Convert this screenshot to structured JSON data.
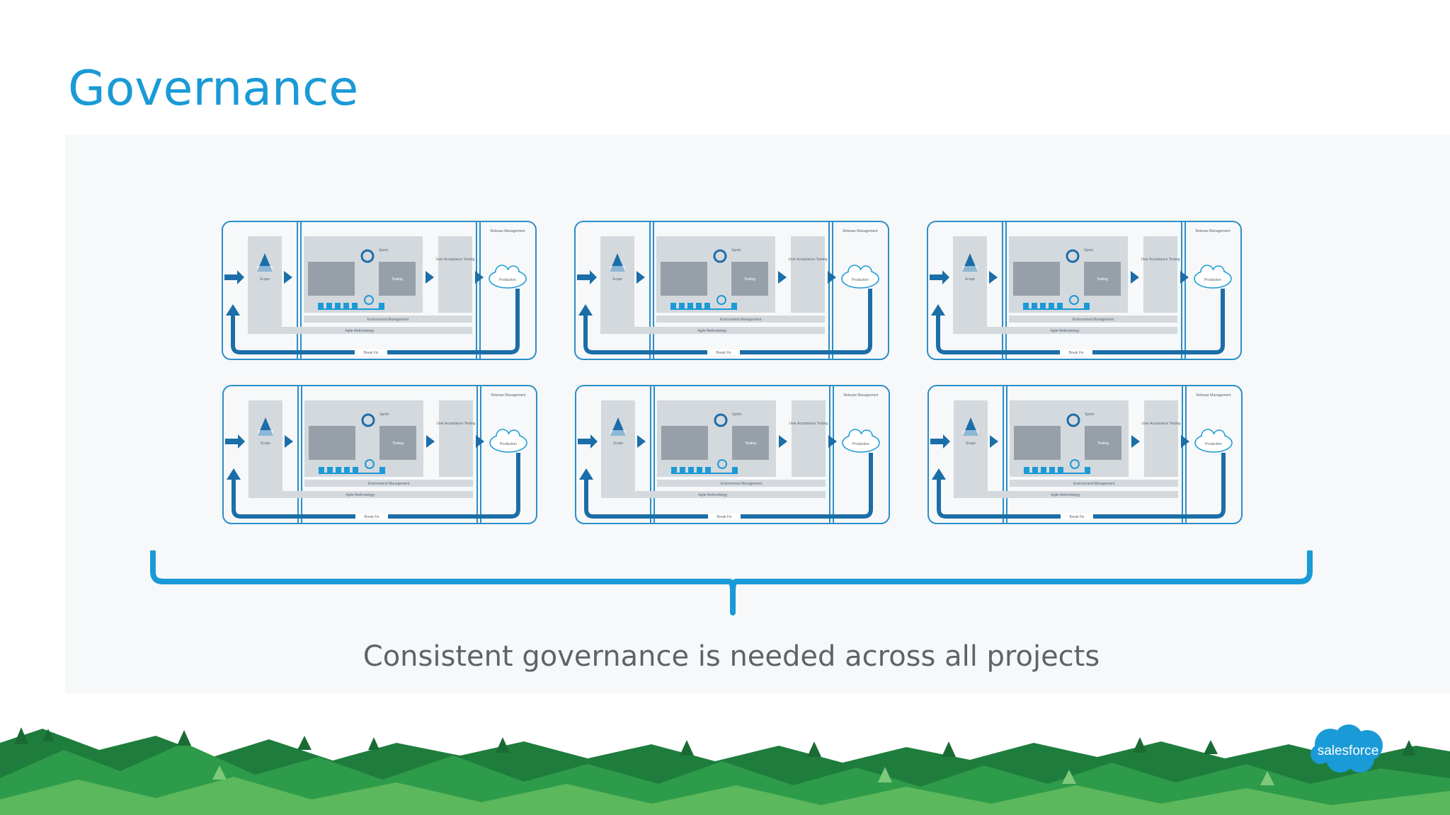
{
  "slide": {
    "title": "Governance",
    "caption": "Consistent governance is needed across all projects",
    "brand": "salesforce"
  },
  "diagram_labels": {
    "release_management": "Release Management",
    "scope": "Scope",
    "sprint": "Sprint",
    "testing": "Testing",
    "uat": "User Acceptance Testing",
    "production": "Production",
    "environment_management": "Environment Management",
    "agile_methodology": "Agile Methodology",
    "break_fix": "Break Fix"
  },
  "colors": {
    "title_blue": "#1a9ad6",
    "diagram_blue": "#1b6ea8",
    "frame_blue": "#2a8fc8",
    "grey_block": "#d4d9de",
    "dark_grey_block": "#97a0a8",
    "forest_green": "#2e9b4a"
  },
  "diagram_count": 6
}
